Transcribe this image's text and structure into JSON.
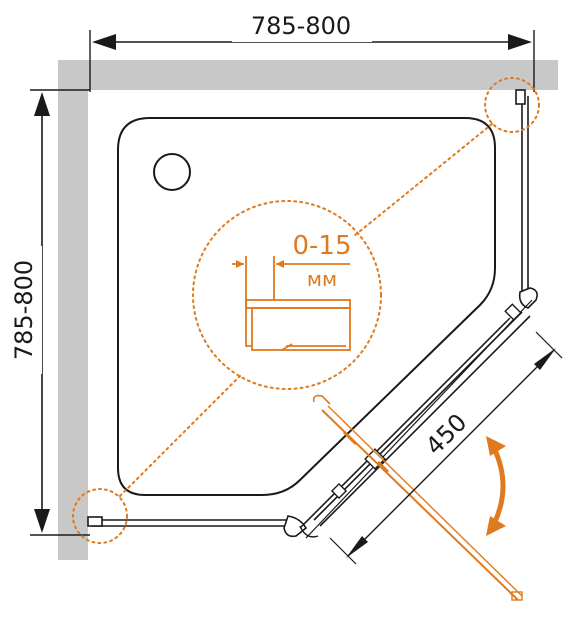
{
  "dimensions": {
    "top_width": "785-800",
    "left_height": "785-800",
    "door_width": "450"
  },
  "detail": {
    "gap": "0-15",
    "unit": "мм"
  },
  "colors": {
    "line": "#1a1a1a",
    "wall": "#c8c8c8",
    "accent": "#e07a1f"
  }
}
